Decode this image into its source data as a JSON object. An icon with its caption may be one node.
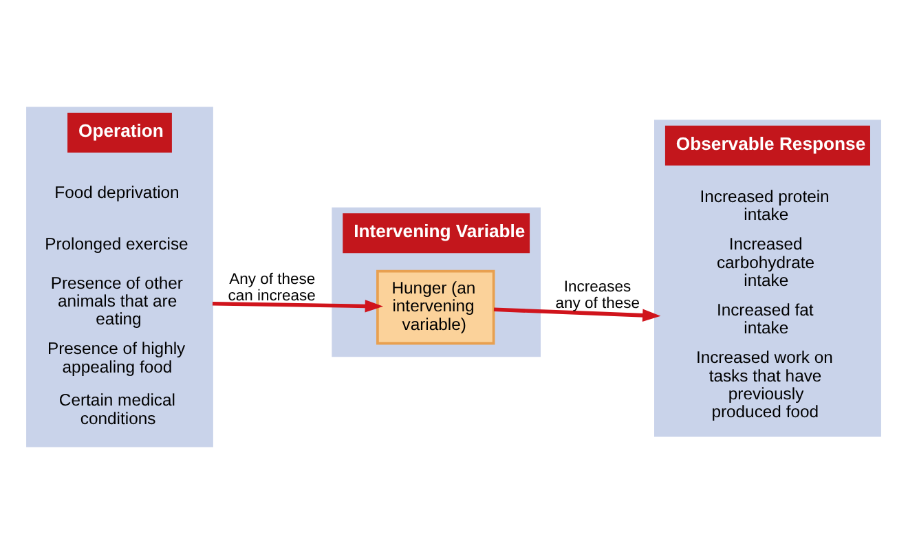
{
  "diagram": {
    "nodes": [
      {
        "text": [
          "Operation"
        ]
      },
      {
        "text": [
          "Food deprivation"
        ],
        "in": 0
      },
      {
        "text": [
          "Prolonged exercise"
        ],
        "in": 0
      },
      {
        "text": [
          "Presence of other animals that are eating"
        ],
        "in": 0
      },
      {
        "text": [
          "Presence of highly appealing food"
        ],
        "in": 0
      },
      {
        "text": [
          "Certain medical conditions"
        ],
        "in": 0
      },
      {
        "text": [
          "Intervening Variable"
        ]
      },
      {
        "text": [
          "Hunger (an intervening variable)"
        ],
        "in": 6
      },
      {
        "text": [
          "Observable Response"
        ]
      },
      {
        "text": [
          "Increased protein intake"
        ],
        "in": 8
      },
      {
        "text": [
          "Increased carbohydrate intake"
        ],
        "in": 8
      },
      {
        "text": [
          "Increased fat intake"
        ],
        "in": 8
      },
      {
        "text": [
          "Increased work on tasks that have previously produced food"
        ],
        "in": 8
      }
    ],
    "edges": [
      {
        "from": 0,
        "to": 7,
        "arrow": "to",
        "label": "Any of these can increase"
      },
      {
        "from": 7,
        "to": 8,
        "arrow": "to",
        "label": "Increases any of these"
      }
    ]
  }
}
